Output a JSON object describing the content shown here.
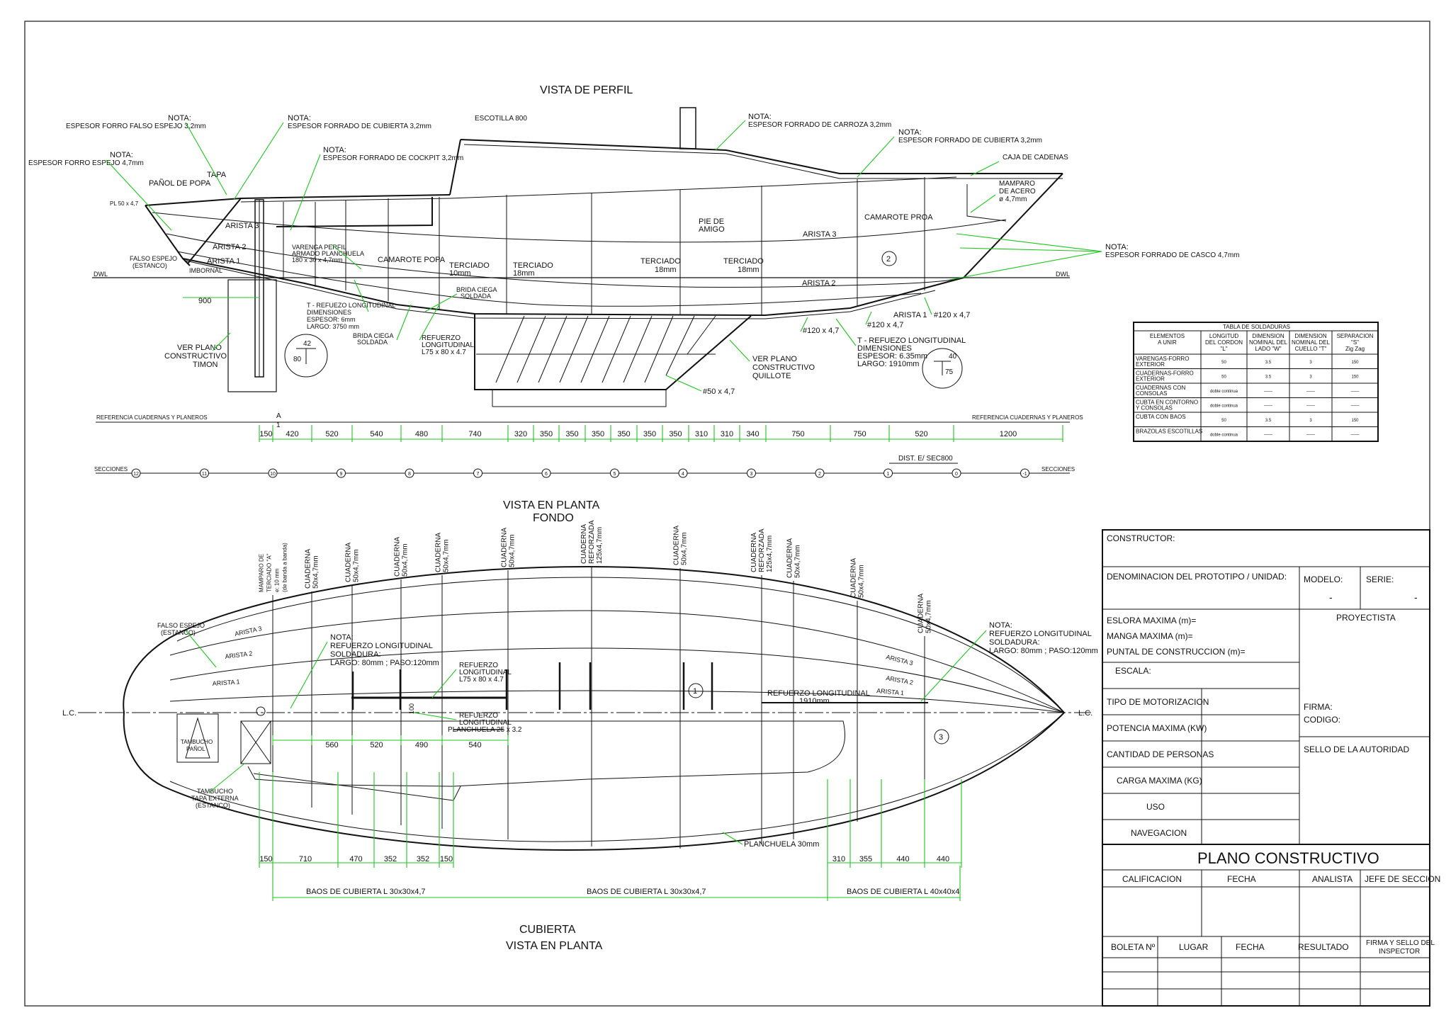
{
  "views": {
    "profile_title": "VISTA DE PERFIL",
    "plan_title_1": "VISTA EN PLANTA",
    "plan_title_2": "FONDO",
    "deck_title_1": "CUBIERTA",
    "deck_title_2": "VISTA EN PLANTA"
  },
  "profile_labels": {
    "nota": "NOTA:",
    "falso_espejo_forro": "ESPESOR FORRO FALSO ESPEJO  3,2mm",
    "forrado_cubierta_popa": "ESPESOR FORRADO DE CUBIERTA 3,2mm",
    "forrado_cockpit": "ESPESOR FORRADO DE COCKPIT 3,2mm",
    "forro_espejo": "ESPESOR FORRO ESPEJO  4,7mm",
    "escotilla": "ESCOTILLA 800",
    "forrado_carroza": "ESPESOR FORRADO DE CARROZA 3,2mm",
    "forrado_cubierta_proa": "ESPESOR FORRADO DE CUBIERTA 3,2mm",
    "caja_cadenas": "CAJA DE CADENAS",
    "mamparo_1": "MAMPARO",
    "mamparo_2": "DE ACERO",
    "mamparo_3": "ø 4,7mm",
    "forrado_casco": "ESPESOR FORRADO DE CASCO 4,7mm",
    "tapa": "TAPA",
    "panol_popa": "PAÑOL DE POPA",
    "pl": "PL 50 x 4,7",
    "arista3": "ARISTA 3",
    "arista2": "ARISTA 2",
    "arista1": "ARISTA 1",
    "falso_espejo_1": "FALSO ESPEJO",
    "falso_espejo_2": "(ESTANCO)",
    "imbornal": "IMBORNAL",
    "dwl": "DWL",
    "dim900": "900",
    "varenga_1": "VARENGA PERFIL",
    "varenga_2": "ARMADO PLANCHUELA",
    "varenga_3": "180 x 30 x 4,7mm",
    "camarote_popa": "CAMAROTE POPA",
    "camarote_proa": "CAMAROTE PROA",
    "terciado10_1": "TERCIADO",
    "terciado10_2": "10mm",
    "terciado18_1": "TERCIADO",
    "terciado18_2": "18mm",
    "pie_amigo_1": "PIE DE",
    "pie_amigo_2": "AMIGO",
    "zona2": "2",
    "t_refuerzo_1": "T  - REFUEZO LONGITUDINAL",
    "t_refuerzo_2": "DIMENSIONES",
    "t_refuerzo_3": "ESPESOR: 6mm",
    "t_refuerzo_4": "LARGO: 3750 mm",
    "brida_1": "BRIDA CIEGA",
    "brida_2": "SOLDADA",
    "refuerzo_1": "REFUERZO",
    "refuerzo_2": "LONGITUDINAL",
    "refuerzo_3": "L75 x 80 x 4.7",
    "ver_timon_1": "VER PLANO",
    "ver_timon_2": "CONSTRUCTIVO",
    "ver_timon_3": "TIMON",
    "d42": "42",
    "d80": "80",
    "ver_quillote_1": "VER PLANO",
    "ver_quillote_2": "CONSTRUCTIVO",
    "ver_quillote_3": "QUILLOTE",
    "fl50": "#50 x 4,7",
    "fl120a": "#120 x 4,7",
    "fl120b": "#120 x 4,7",
    "fl120c": "#120 x 4,7",
    "t2_1": "T  - REFUEZO LONGITUDINAL",
    "t2_2": "DIMENSIONES",
    "t2_3": "ESPESOR: 6.35mm",
    "t2_4": "LARGO: 1910mm",
    "d40": "40",
    "d75": "75",
    "ref_cuadernas": "REFERENCIA CUADERNAS Y PLANEROS",
    "a_mark": "A",
    "one_mark": "1",
    "secciones": "SECCIONES",
    "dist_sec": "DIST. E/ SEC800"
  },
  "frame_spacings": [
    "150",
    "420",
    "520",
    "540",
    "480",
    "740",
    "320",
    "350",
    "350",
    "350",
    "350",
    "350",
    "350",
    "310",
    "310",
    "340",
    "750",
    "750",
    "520",
    "1200"
  ],
  "sections": [
    "12",
    "11",
    "10",
    "9",
    "8",
    "7",
    "6",
    "5",
    "4",
    "3",
    "2",
    "1",
    "0",
    "-1"
  ],
  "weld_table": {
    "title": "TABLA DE SOLDADURAS",
    "headers": [
      [
        "ELEMENTOS",
        "A UNIR"
      ],
      [
        "LONGITUD",
        "DEL CORDON",
        "\"L\""
      ],
      [
        "DIMENSION",
        "NOMINAL DEL",
        "LADO \"W\""
      ],
      [
        "DIMENSION",
        "NOMINAL DEL",
        "CUELLO \"T\""
      ],
      [
        "SEPARACION",
        "\"S\"",
        "Zig Zag"
      ]
    ],
    "rows": [
      {
        "el": [
          "VARENGAS-FORRO",
          "EXTERIOR"
        ],
        "l": "50",
        "w": "3.5",
        "t": "3",
        "s": "150"
      },
      {
        "el": [
          "CUADERNAS-FORRO",
          "EXTERIOR"
        ],
        "l": "50",
        "w": "3.5",
        "t": "3",
        "s": "150"
      },
      {
        "el": [
          "CUADERNAS CON",
          "CONSOLAS"
        ],
        "l": "doble continua",
        "w": "——",
        "t": "——",
        "s": "——"
      },
      {
        "el": [
          "CUBTA EN CONTORNO",
          "Y CONSOLAS"
        ],
        "l": "doble continua",
        "w": "——",
        "t": "——",
        "s": "——"
      },
      {
        "el": [
          "CUBTA CON BAOS"
        ],
        "l": "50",
        "w": "3.5",
        "t": "3",
        "s": "150"
      },
      {
        "el": [
          "BRAZOLAS ESCOTILLAS"
        ],
        "l": "doble continua",
        "w": "——",
        "t": "——",
        "s": "——"
      }
    ]
  },
  "plan_labels": {
    "lc": "L.C.",
    "mamparo_1": "MAMPARO DE",
    "mamparo_2": "TERCIADO \"A\"",
    "mamparo_3": "e: 10 mm",
    "mamparo_4": "(de banda a banda)",
    "cuad1_1": "CUADERNA",
    "cuad1_2": "50x4,7mm",
    "cuad_ref_1": "CUADERNA",
    "cuad_ref_2": "REFORZADA",
    "cuad_ref_3": "125x4,7mm",
    "falso_espejo_1": "FALSO ESPEJO",
    "falso_espejo_2": "(ESTANCO)",
    "arista3": "ARISTA 3",
    "arista2": "ARISTA 2",
    "arista1": "ARISTA 1",
    "nota": "NOTA:",
    "nota_1": "REFUERZO LONGITUDINAL",
    "nota_2": "SOLDADURA:",
    "nota_3": "LARGO: 80mm ; PASO:120mm",
    "nota_r_3": "LARGO: 80mm ; PASO:120mm",
    "ref_l_1": "REFUERZO",
    "ref_l_2": "LONGITUDINAL",
    "ref_l_3": "L75 x 80 x 4.7",
    "ref_pl_1": "REFUERZO",
    "ref_pl_2": "LONGITUDINAL",
    "ref_pl_3": "PLANCHUELA  25 x 3.2",
    "ref_1910_1": "REFUERZO LONGITUDINAL",
    "ref_1910_2": "1910mm",
    "zona1": "1",
    "zona3": "3",
    "d100": "100",
    "tambucho_1": "TAMBUCHO",
    "tambucho_2": "PAÑOL",
    "tambucho_ext_1": "TAMBUCHO",
    "tambucho_ext_2": "TAPA EXTERNA",
    "tambucho_ext_3": "(ESTANCO)",
    "planchuela": "PLANCHUELA 30mm",
    "baos_1": "BAOS DE CUBIERTA L 30x30x4,7",
    "baos_2": "BAOS DE CUBIERTA L 30x30x4,7",
    "baos_3": "BAOS DE CUBIERTA L 40x40x4"
  },
  "plan_dims_top": [
    "560",
    "520",
    "490",
    "540"
  ],
  "plan_dims_bottom_left": [
    "150",
    "710",
    "470",
    "352",
    "352",
    "150"
  ],
  "plan_dims_bottom_right": [
    "310",
    "355",
    "440",
    "440"
  ],
  "title_block": {
    "constructor": "CONSTRUCTOR:",
    "denominacion": "DENOMINACION DEL PROTOTIPO / UNIDAD:",
    "modelo": "MODELO:",
    "modelo_val": "-",
    "serie": "SERIE:",
    "serie_val": "-",
    "eslora": "ESLORA MAXIMA (m)=",
    "manga": "MANGA MAXIMA (m)=",
    "puntal": "PUNTAL DE CONSTRUCCION (m)=",
    "proyectista": "PROYECTISTA",
    "escala": "ESCALA:",
    "motorizacion": "TIPO DE MOTORIZACION",
    "firma": "FIRMA:",
    "codigo": "CODIGO:",
    "potencia": "POTENCIA MAXIMA (KW)",
    "personas": "CANTIDAD DE PERSONAS",
    "sello": "SELLO DE LA AUTORIDAD",
    "carga": "CARGA MAXIMA (KG)",
    "uso": "USO",
    "navegacion": "NAVEGACION",
    "plano": "PLANO CONSTRUCTIVO",
    "calificacion": "CALIFICACION",
    "fecha": "FECHA",
    "analista": "ANALISTA",
    "jefe": "JEFE DE SECCION",
    "boleta": "BOLETA Nº",
    "lugar": "LUGAR",
    "fecha2": "FECHA",
    "resultado": "RESULTADO",
    "firma_sello_1": "FIRMA Y SELLO DEL",
    "firma_sello_2": "INSPECTOR"
  }
}
